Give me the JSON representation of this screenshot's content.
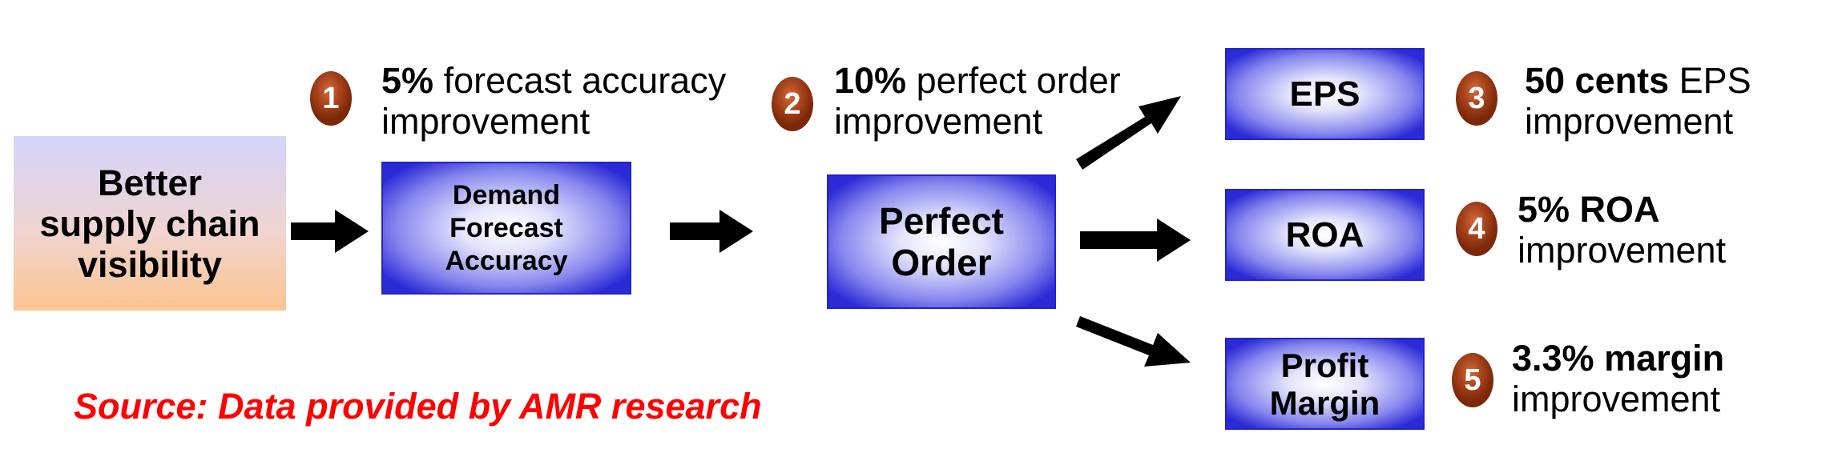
{
  "nodes": {
    "start": [
      "Better",
      "supply chain",
      "visibility"
    ],
    "demand": [
      "Demand",
      "Forecast",
      "Accuracy"
    ],
    "perfect": [
      "Perfect",
      "Order"
    ],
    "eps": "EPS",
    "roa": "ROA",
    "profit": [
      "Profit",
      "Margin"
    ]
  },
  "annotations": [
    {
      "number": "1",
      "bold": "5%",
      "rest": "forecast accuracy",
      "line2": "improvement"
    },
    {
      "number": "2",
      "bold": "10%",
      "rest": "perfect order",
      "line2": "improvement"
    },
    {
      "number": "3",
      "bold": "50 cents",
      "rest": "EPS",
      "line2": "improvement"
    },
    {
      "number": "4",
      "bold": "5% ROA",
      "rest": "",
      "line2": "improvement"
    },
    {
      "number": "5",
      "bold": "3.3% margin",
      "rest": "",
      "line2": "improvement"
    }
  ],
  "source": "Source: Data provided by AMR research",
  "colors": {
    "box_border": "#2323c8",
    "box_center": "#ffffff",
    "box_edge": "#2a2ad6",
    "badge": "#a8431c",
    "source_text": "#ff0000",
    "arrow": "#000000"
  }
}
